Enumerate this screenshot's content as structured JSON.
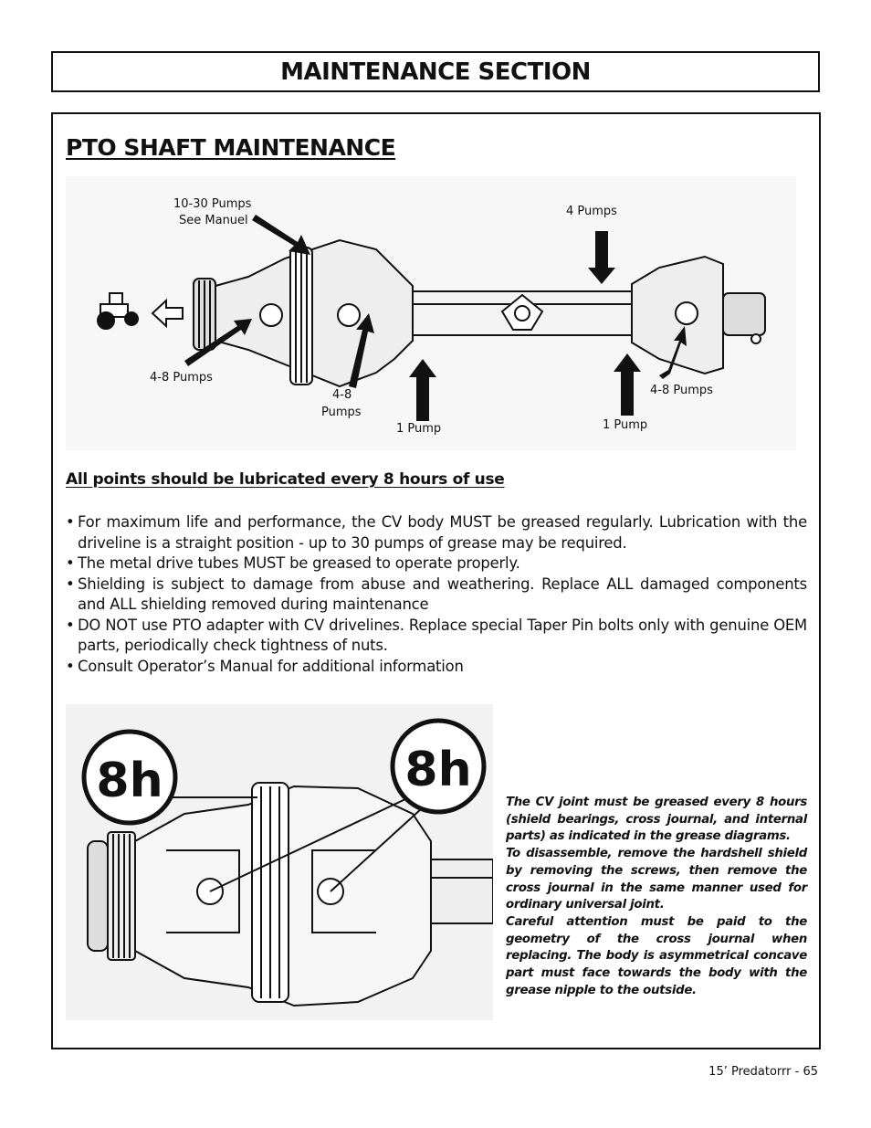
{
  "header": {
    "section_title": "MAINTENANCE SECTION"
  },
  "page": {
    "title": "PTO SHAFT MAINTENANCE"
  },
  "diagram1": {
    "labels": {
      "pumps_10_30": "10-30 Pumps",
      "see_manuel": "See Manuel",
      "pumps_4": "4 Pumps",
      "pumps_4_8_left": "4-8 Pumps",
      "pumps_4_8_mid_a": "4-8",
      "pumps_4_8_mid_b": "Pumps",
      "pump_1_left": "1 Pump",
      "pump_1_right": "1 Pump",
      "pumps_4_8_right": "4-8 Pumps"
    }
  },
  "lubrication": {
    "heading": "All points should be lubricated every 8 hours of use",
    "bullets": [
      "For maximum life and performance, the CV body MUST be greased regularly. Lubrication with the driveline is a straight position - up to 30 pumps of grease may be required.",
      "The metal drive tubes MUST be greased to operate properly.",
      "Shielding is subject to damage from abuse and weathering. Replace ALL damaged components and ALL shielding removed during maintenance",
      "DO NOT use PTO adapter with CV drivelines. Replace special Taper Pin bolts only with genuine OEM parts, periodically check tightness of nuts.",
      "Consult Operator’s Manual for additional information"
    ]
  },
  "diagram2": {
    "badge_left": "8h",
    "badge_right": "8h"
  },
  "cv_note": {
    "p1": "The CV joint must be greased every 8 hours (shield bearings, cross journal, and internal parts) as indicated in the grease diagrams.",
    "p2": "To disassemble, remove the hardshell shield by removing the screws, then remove the cross journal in the same manner used for ordinary universal joint.",
    "p3": "Careful attention must be paid to the geometry of the cross journal when replacing. The body is asymmetrical concave part must face towards the body with the grease nipple to the outside."
  },
  "footer": {
    "page_label": "15’ Predatorrr - 65"
  }
}
